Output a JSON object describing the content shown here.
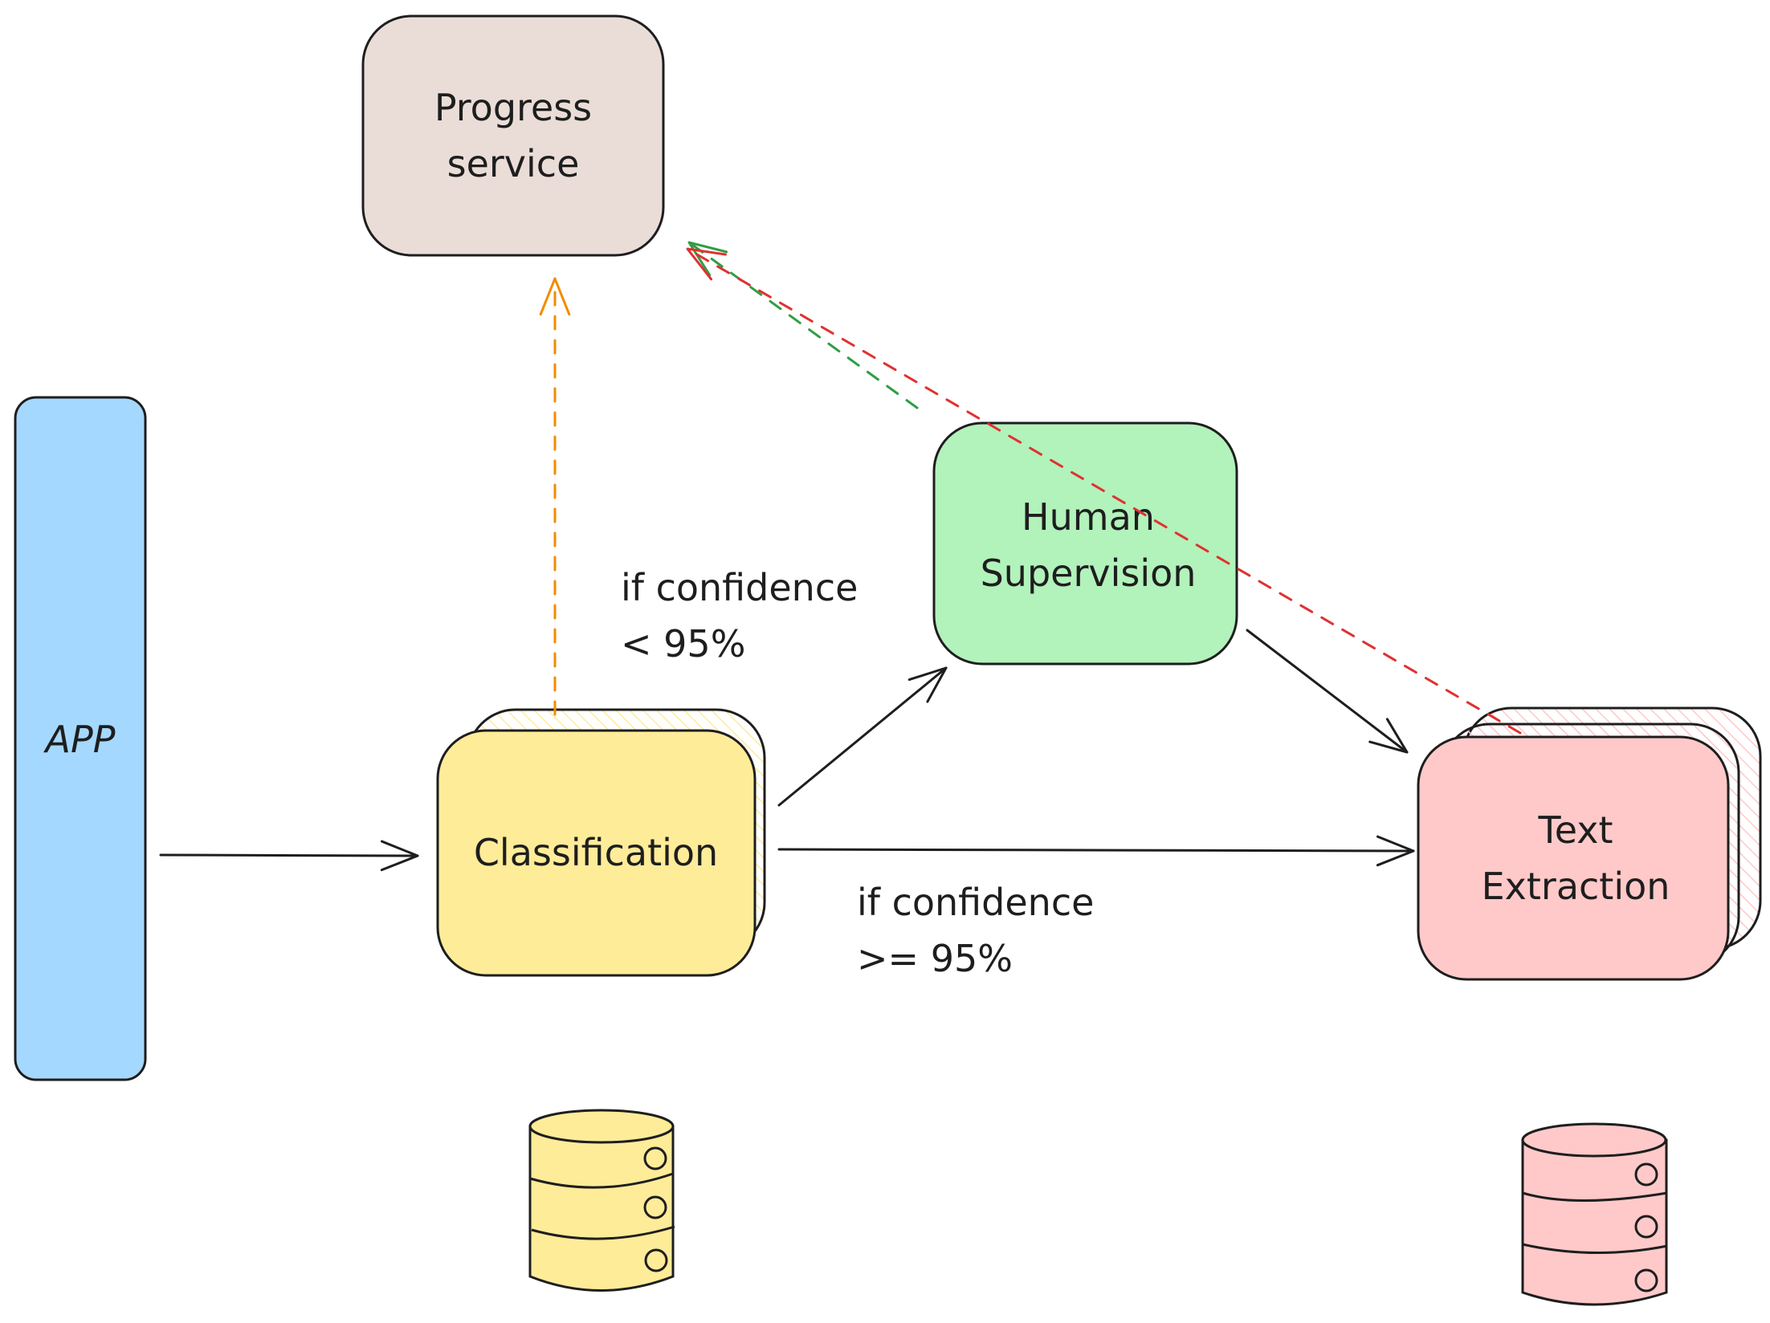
{
  "diagram": {
    "nodes": [
      {
        "id": "app",
        "label_lines": [
          "APP"
        ],
        "fill": "#a5d8ff",
        "shape": "rounded-rect"
      },
      {
        "id": "progress",
        "label_lines": [
          "Progress",
          "service"
        ],
        "fill": "#eaddd7",
        "shape": "rounded-rect"
      },
      {
        "id": "classification",
        "label_lines": [
          "Classification"
        ],
        "fill": "#ffec99",
        "shape": "stacked-rect",
        "stack": 2
      },
      {
        "id": "human",
        "label_lines": [
          "Human",
          "Supervision"
        ],
        "fill": "#b2f2bb",
        "shape": "rounded-rect"
      },
      {
        "id": "extraction",
        "label_lines": [
          "Text",
          "Extraction"
        ],
        "fill": "#ffc9c9",
        "shape": "stacked-rect",
        "stack": 3
      },
      {
        "id": "db-classification",
        "label_lines": [],
        "fill": "#ffec99",
        "shape": "database"
      },
      {
        "id": "db-extraction",
        "label_lines": [],
        "fill": "#ffc9c9",
        "shape": "database"
      }
    ],
    "edges": [
      {
        "from": "app",
        "to": "classification",
        "style": "solid",
        "color": "#1e1e1e"
      },
      {
        "from": "classification",
        "to": "human",
        "style": "solid",
        "color": "#1e1e1e"
      },
      {
        "from": "classification",
        "to": "extraction",
        "style": "solid",
        "color": "#1e1e1e"
      },
      {
        "from": "human",
        "to": "extraction",
        "style": "solid",
        "color": "#1e1e1e"
      },
      {
        "from": "classification",
        "to": "progress",
        "style": "dashed",
        "color": "#f08c00"
      },
      {
        "from": "human",
        "to": "progress",
        "style": "dashed",
        "color": "#2f9e44"
      },
      {
        "from": "extraction",
        "to": "progress",
        "style": "dashed",
        "color": "#e03131"
      }
    ],
    "edge_labels": {
      "low_confidence": [
        "if confidence",
        "< 95%"
      ],
      "high_confidence": [
        "if confidence",
        ">= 95%"
      ]
    },
    "colors": {
      "stroke": "#1e1e1e",
      "orange": "#f08c00",
      "green": "#2f9e44",
      "red": "#e03131"
    }
  }
}
